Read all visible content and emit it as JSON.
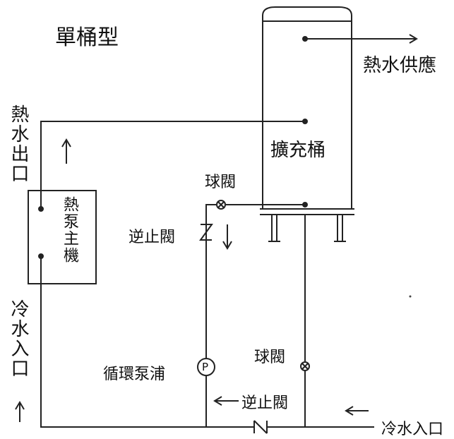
{
  "diagram": {
    "title": "單桶型",
    "labels": {
      "hot_water_supply": "熱水供應",
      "hot_water_outlet": "熱水出口",
      "tank": "擴充桶",
      "ball_valve_top": "球閥",
      "check_valve_left": "逆止閥",
      "heat_pump": "熱泵主機",
      "cold_water_inlet_left": "冷水入口",
      "ball_valve_bottom": "球閥",
      "circulation_pump": "循環泵浦",
      "pump_symbol": "P",
      "check_valve_bottom": "逆止閥",
      "cold_water_inlet_right": "冷水入口"
    },
    "colors": {
      "line": "#222222",
      "background": "#ffffff"
    },
    "icons": [
      "flow-arrow-icon",
      "ball-valve-icon",
      "check-valve-icon",
      "pump-icon",
      "tank-icon"
    ]
  }
}
